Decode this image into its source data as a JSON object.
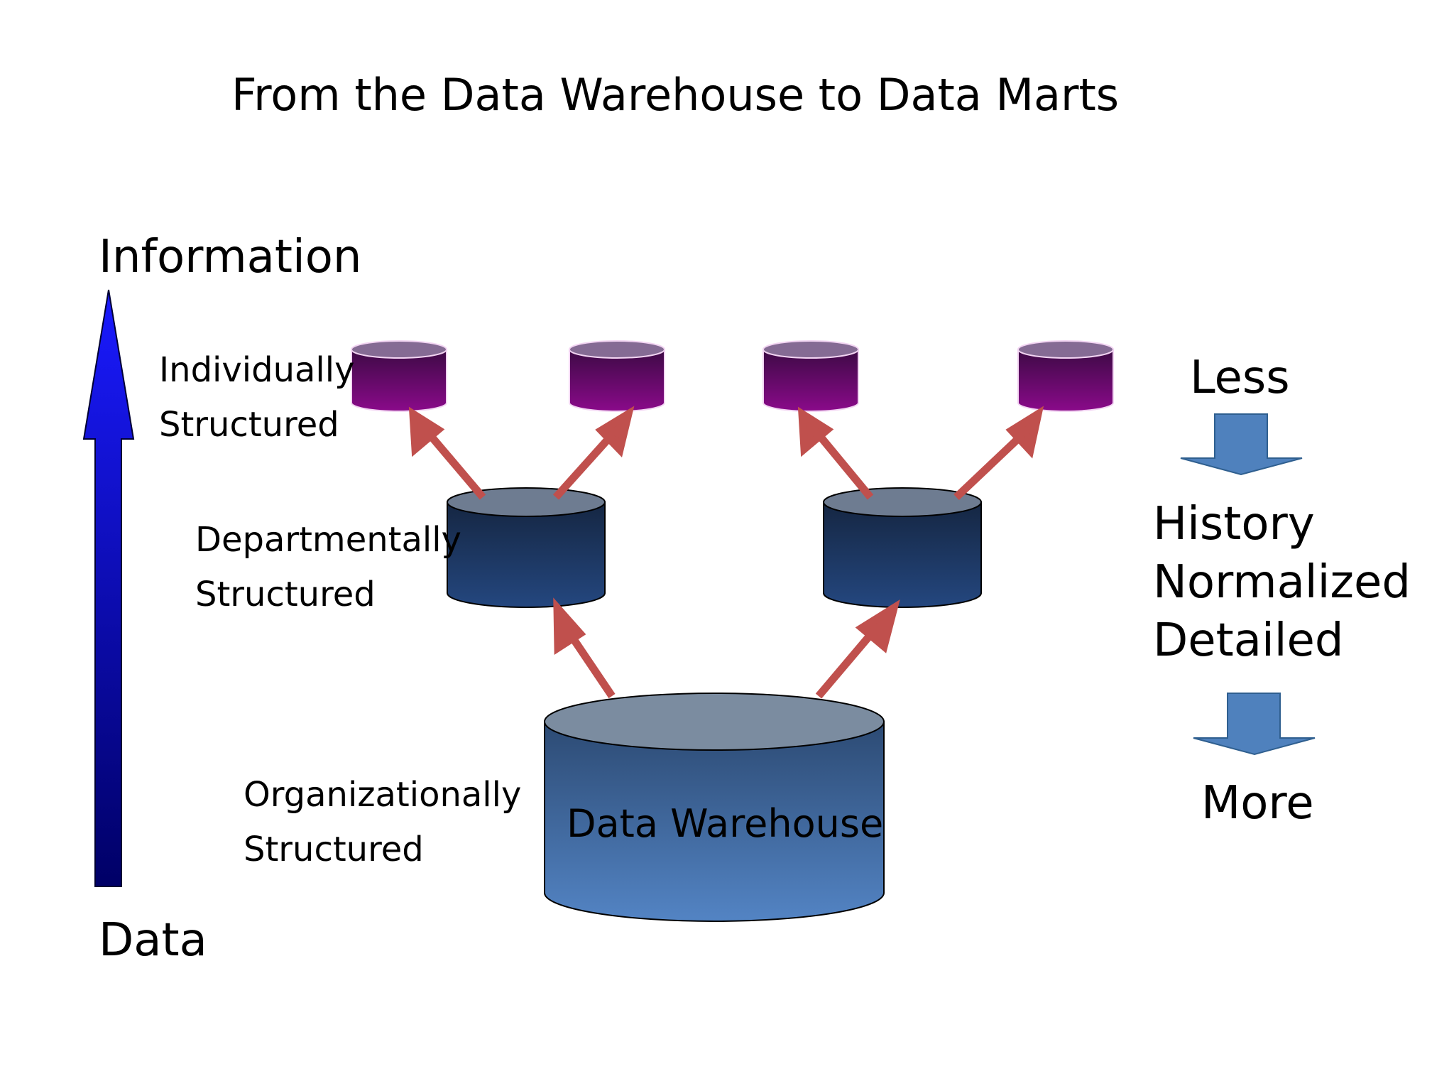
{
  "title": "From the Data Warehouse to Data Marts",
  "axis": {
    "top_label": "Information",
    "bottom_label": "Data"
  },
  "levels": {
    "individually": [
      "Individually",
      "Structured"
    ],
    "departmentally": [
      "Departmentally",
      "Structured"
    ],
    "organizationally": [
      "Organizationally",
      "Structured"
    ]
  },
  "warehouse_label": "Data Warehouse",
  "right_scale": {
    "top": "Less",
    "middle": [
      "History",
      "Normalized",
      "Detailed"
    ],
    "bottom": "More"
  },
  "colors": {
    "axis_arrow_top": "#1a1aff",
    "axis_arrow_bottom": "#000066",
    "mart_cylinder": "#7a0a7f",
    "dept_cylinder": "#1e3f73",
    "warehouse_cylinder": "#4f7fbd",
    "connector_arrow": "#c0504d",
    "scale_arrow": "#4f81bd"
  }
}
